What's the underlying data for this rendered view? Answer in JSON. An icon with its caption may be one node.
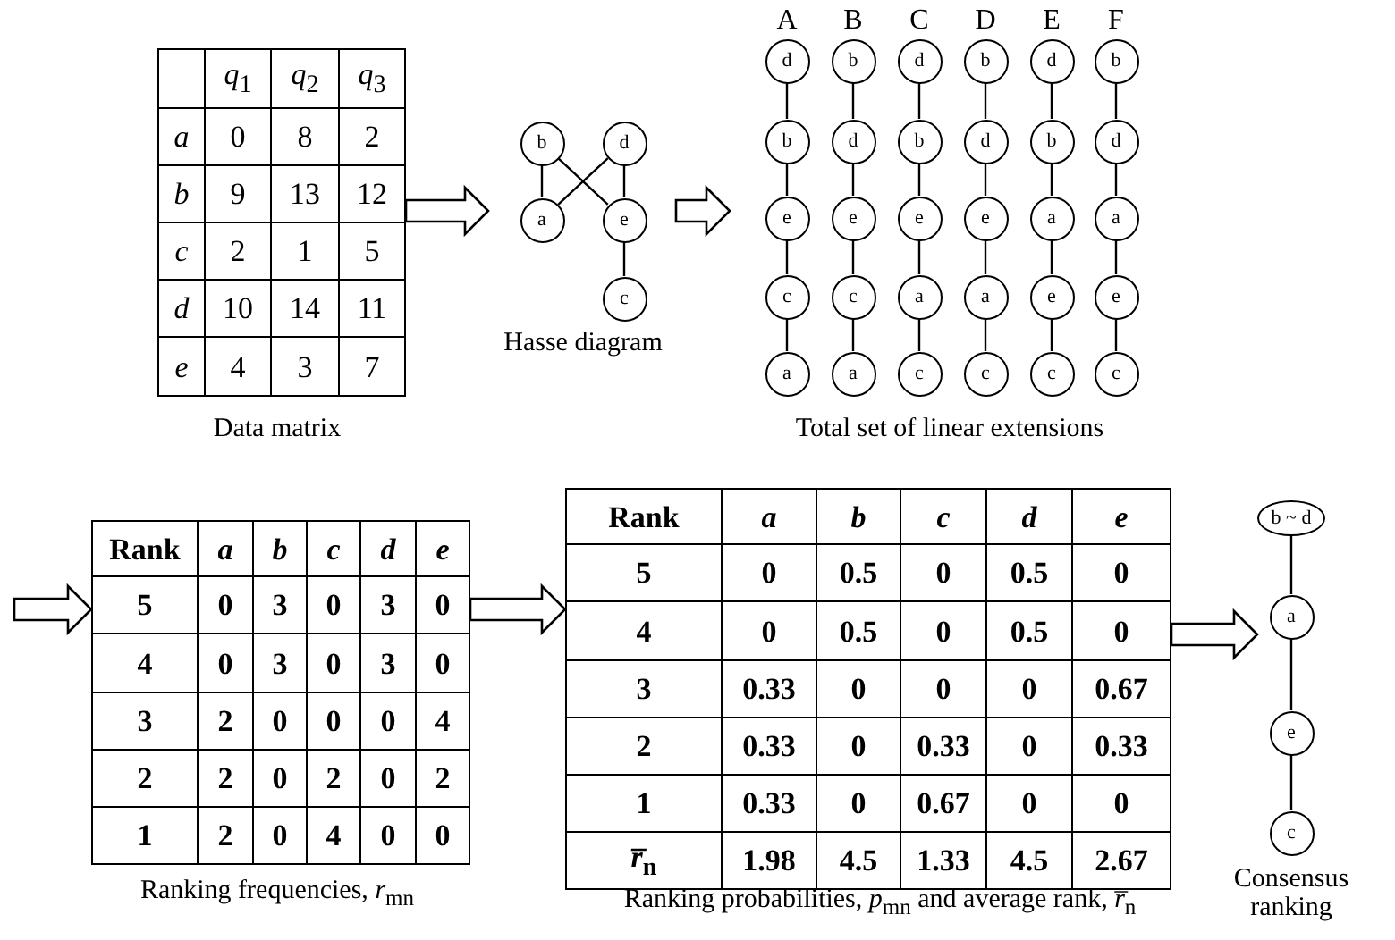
{
  "diagram": {
    "nodes": [
      {
        "text": [
          "*q*$_{1}$",
          "*q*$_{2}$",
          "*q*$_{3}$",
          "a",
          "0",
          "8",
          "2",
          "b",
          "9",
          "13",
          "12",
          "c",
          "2",
          "1",
          "5",
          "d",
          "10",
          "14",
          "11",
          "e",
          "4",
          "3",
          "7"
        ],
        "beside": [
          "Data matrix"
        ]
      },
      {
        "text": [
          "Hasse diagram"
        ]
      },
      {
        "text": [
          "b"
        ],
        "in": 1
      },
      {
        "text": [
          "d"
        ],
        "in": 1
      },
      {
        "text": [
          "a"
        ],
        "in": 1
      },
      {
        "text": [
          "e"
        ],
        "in": 1
      },
      {
        "text": [
          "c"
        ],
        "in": 1
      },
      {
        "text": [
          "Total set of linear extensions"
        ]
      },
      {
        "text": [
          "d"
        ],
        "in": 7
      },
      {
        "text": [
          "b"
        ],
        "in": 7
      },
      {
        "text": [
          "e"
        ],
        "in": 7
      },
      {
        "text": [
          "c"
        ],
        "in": 7
      },
      {
        "text": [
          "a"
        ],
        "in": 7
      },
      {
        "text": [
          "b"
        ],
        "in": 7
      },
      {
        "text": [
          "d"
        ],
        "in": 7
      },
      {
        "text": [
          "e"
        ],
        "in": 7
      },
      {
        "text": [
          "c"
        ],
        "in": 7
      },
      {
        "text": [
          "a"
        ],
        "in": 7
      },
      {
        "text": [
          "d"
        ],
        "in": 7
      },
      {
        "text": [
          "b"
        ],
        "in": 7
      },
      {
        "text": [
          "e"
        ],
        "in": 7
      },
      {
        "text": [
          "a"
        ],
        "in": 7
      },
      {
        "text": [
          "c"
        ],
        "in": 7
      },
      {
        "text": [
          "b"
        ],
        "in": 7
      },
      {
        "text": [
          "d"
        ],
        "in": 7
      },
      {
        "text": [
          "e"
        ],
        "in": 7
      },
      {
        "text": [
          "a"
        ],
        "in": 7
      },
      {
        "text": [
          "c"
        ],
        "in": 7
      },
      {
        "text": [
          "d"
        ],
        "in": 7
      },
      {
        "text": [
          "b"
        ],
        "in": 7
      },
      {
        "text": [
          "a"
        ],
        "in": 7
      },
      {
        "text": [
          "e"
        ],
        "in": 7
      },
      {
        "text": [
          "c"
        ],
        "in": 7
      },
      {
        "text": [
          "b"
        ],
        "in": 7
      },
      {
        "text": [
          "d"
        ],
        "in": 7
      },
      {
        "text": [
          "a"
        ],
        "in": 7
      },
      {
        "text": [
          "e"
        ],
        "in": 7
      },
      {
        "text": [
          "c"
        ],
        "in": 7
      },
      {
        "text": [
          "Rank",
          "a",
          "b",
          "c",
          "d",
          "e",
          "5",
          "0",
          "3",
          "0",
          "3",
          "0",
          "4",
          "0",
          "3",
          "0",
          "3",
          "0",
          "3",
          "2",
          "0",
          "0",
          "0",
          "4",
          "2",
          "2",
          "0",
          "2",
          "0",
          "2",
          "1",
          "2",
          "0",
          "4",
          "0",
          "0"
        ],
        "beside": [
          "Ranking frequencies, *r*$_{mn}$"
        ]
      },
      {
        "text": [
          "Rank",
          "a",
          "b",
          "c",
          "d",
          "e",
          "5",
          "0",
          "0.5",
          "0",
          "0.5",
          "0",
          "4",
          "0",
          "0.5",
          "0",
          "0.5",
          "0",
          "3",
          "0.33",
          "0",
          "0",
          "0",
          "0.67",
          "2",
          "0.33",
          "0",
          "0.33",
          "0",
          "0.33",
          "1",
          "0.33",
          "0",
          "0.67",
          "0",
          "0",
          "*r̅*$_{n}$",
          "1.98",
          "4.5",
          "1.33",
          "4.5",
          "2.67"
        ],
        "beside": [
          "Ranking probabilities, *p*$_{mn}$ and average rank, *r̅*$_{n}$"
        ]
      },
      {
        "text": [
          "Consensus ranking"
        ]
      },
      {
        "text": [
          "b ~ d"
        ],
        "in": 40
      },
      {
        "text": [
          "a"
        ],
        "in": 40
      },
      {
        "text": [
          "e"
        ],
        "in": 40
      },
      {
        "text": [
          "c"
        ],
        "in": 40
      }
    ],
    "edges": [
      {
        "from": 2,
        "to": 4,
        "arrow": "none"
      },
      {
        "from": 2,
        "to": 5,
        "arrow": "none"
      },
      {
        "from": 3,
        "to": 4,
        "arrow": "none"
      },
      {
        "from": 3,
        "to": 5,
        "arrow": "none"
      },
      {
        "from": 5,
        "to": 6,
        "arrow": "none"
      },
      {
        "from": 8,
        "to": 9,
        "arrow": "none"
      },
      {
        "from": 9,
        "to": 10,
        "arrow": "none"
      },
      {
        "from": 10,
        "to": 11,
        "arrow": "none"
      },
      {
        "from": 11,
        "to": 12,
        "arrow": "none"
      },
      {
        "from": 13,
        "to": 14,
        "arrow": "none"
      },
      {
        "from": 14,
        "to": 15,
        "arrow": "none"
      },
      {
        "from": 15,
        "to": 16,
        "arrow": "none"
      },
      {
        "from": 16,
        "to": 17,
        "arrow": "none"
      },
      {
        "from": 18,
        "to": 19,
        "arrow": "none"
      },
      {
        "from": 19,
        "to": 20,
        "arrow": "none"
      },
      {
        "from": 20,
        "to": 21,
        "arrow": "none"
      },
      {
        "from": 21,
        "to": 22,
        "arrow": "none"
      },
      {
        "from": 23,
        "to": 24,
        "arrow": "none"
      },
      {
        "from": 24,
        "to": 25,
        "arrow": "none"
      },
      {
        "from": 25,
        "to": 26,
        "arrow": "none"
      },
      {
        "from": 26,
        "to": 27,
        "arrow": "none"
      },
      {
        "from": 28,
        "to": 29,
        "arrow": "none"
      },
      {
        "from": 29,
        "to": 30,
        "arrow": "none"
      },
      {
        "from": 30,
        "to": 31,
        "arrow": "none"
      },
      {
        "from": 31,
        "to": 32,
        "arrow": "none"
      },
      {
        "from": 33,
        "to": 34,
        "arrow": "none"
      },
      {
        "from": 34,
        "to": 35,
        "arrow": "none"
      },
      {
        "from": 35,
        "to": 36,
        "arrow": "none"
      },
      {
        "from": 36,
        "to": 37,
        "arrow": "none"
      },
      {
        "from": 41,
        "to": 42,
        "arrow": "none"
      },
      {
        "from": 42,
        "to": 43,
        "arrow": "none"
      },
      {
        "from": 43,
        "to": 44,
        "arrow": "none"
      },
      {
        "from": 0,
        "to": 1,
        "arrow": "to",
        "style": "thick"
      },
      {
        "from": 1,
        "to": 7,
        "arrow": "to",
        "style": "thick"
      },
      {
        "from": null,
        "to": 38,
        "arrow": "to",
        "style": "thick"
      },
      {
        "from": 38,
        "to": 39,
        "arrow": "to",
        "style": "thick"
      },
      {
        "from": 39,
        "to": 40,
        "arrow": "to",
        "style": "thick"
      }
    ],
    "labels": [
      "A",
      "B",
      "C",
      "D",
      "E",
      "F"
    ]
  }
}
